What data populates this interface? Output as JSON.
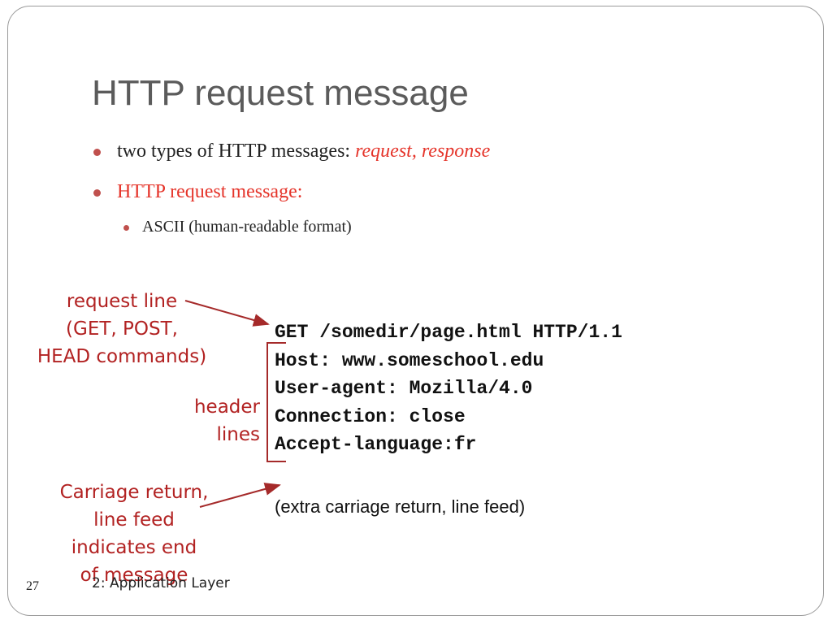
{
  "slide": {
    "title": "HTTP request message",
    "bullets": {
      "b1_text": "two types of HTTP messages: ",
      "b1_request": "request",
      "b1_sep": ", ",
      "b1_response": "response",
      "b2_text": "HTTP request message:",
      "b3_text": "ASCII (human-readable format)"
    },
    "annotations": {
      "request_line": [
        "request line",
        "(GET, POST,",
        "HEAD commands)"
      ],
      "header_lines": [
        "header",
        "lines"
      ],
      "carriage": [
        "Carriage return,",
        "line feed",
        "indicates end",
        "of message"
      ]
    },
    "code_lines": [
      "GET /somedir/page.html HTTP/1.1",
      "Host: www.someschool.edu",
      "User-agent: Mozilla/4.0",
      "Connection: close",
      "Accept-language:fr"
    ],
    "extra_line": "(extra carriage return, line feed)",
    "footer": {
      "page_number": "27",
      "section": "2: Application Layer"
    }
  },
  "colors": {
    "accent_red": "#e5342a",
    "annotation_red": "#b22222",
    "title_gray": "#5b5b5b"
  }
}
